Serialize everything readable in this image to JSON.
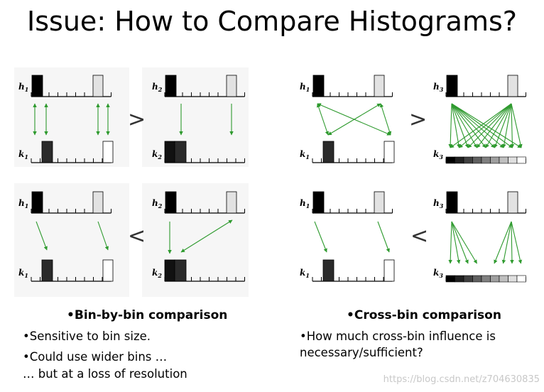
{
  "title": "Issue: How to Compare Histograms?",
  "panels": [
    {
      "id": "tl",
      "top": "h1",
      "bottom": "k1",
      "sub_top": "1",
      "sub_bottom": "1",
      "symbol": ">"
    },
    {
      "id": "tr",
      "top": "h2",
      "bottom": "k2",
      "sub_top": "2",
      "sub_bottom": "2",
      "symbol": ""
    },
    {
      "id": "bl",
      "top": "h1",
      "bottom": "k1",
      "sub_top": "1",
      "sub_bottom": "1",
      "symbol": "<"
    },
    {
      "id": "br",
      "top": "h2",
      "bottom": "k2",
      "sub_top": "2",
      "sub_bottom": "2",
      "symbol": ""
    },
    {
      "id": "ctl",
      "top": "h1",
      "bottom": "k1",
      "sub_top": "1",
      "sub_bottom": "1",
      "symbol": ">"
    },
    {
      "id": "ctr",
      "top": "h3",
      "bottom": "k3",
      "sub_top": "3",
      "sub_bottom": "3",
      "symbol": ""
    },
    {
      "id": "cbl",
      "top": "h1",
      "bottom": "k1",
      "sub_top": "1",
      "sub_bottom": "1",
      "symbol": "<"
    },
    {
      "id": "cbr",
      "top": "h3",
      "bottom": "k3",
      "sub_top": "3",
      "sub_bottom": "3",
      "symbol": ""
    }
  ],
  "symbols": {
    "greater": ">",
    "less": "<"
  },
  "label_letters": {
    "h": "h",
    "k": "k"
  },
  "left_caption": "•Bin-by-bin comparison",
  "left_bullets": [
    "•Sensitive to bin size.",
    "•Could use wider bins …",
    "… but at a loss of resolution"
  ],
  "right_caption": "•Cross-bin comparison",
  "right_bullets": [
    "•How much cross-bin influence is",
    "necessary/sufficient?"
  ],
  "watermark": "https://blog.csdn.net/z704630835",
  "colors": {
    "arrow": "#2e9a2e",
    "black_bin": "#000000",
    "dark_bin": "#2a2a2a",
    "light_bin": "#e2e2e2"
  }
}
